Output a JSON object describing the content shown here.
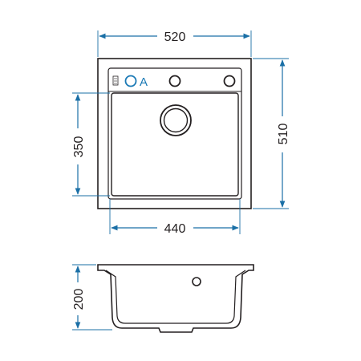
{
  "dimensions": {
    "overall_width": "520",
    "overall_depth": "510",
    "bowl_depth": "350",
    "bowl_width": "440",
    "bowl_height": "200"
  },
  "labels": {
    "tap_hole_letter": "A"
  },
  "colors": {
    "dimension": "#1a6fa6",
    "outline": "#231f20",
    "accent_letter": "#1a79b5"
  },
  "icons": {
    "marker": "tap-hole-marker-icon",
    "small_square": "tag-square-icon"
  }
}
